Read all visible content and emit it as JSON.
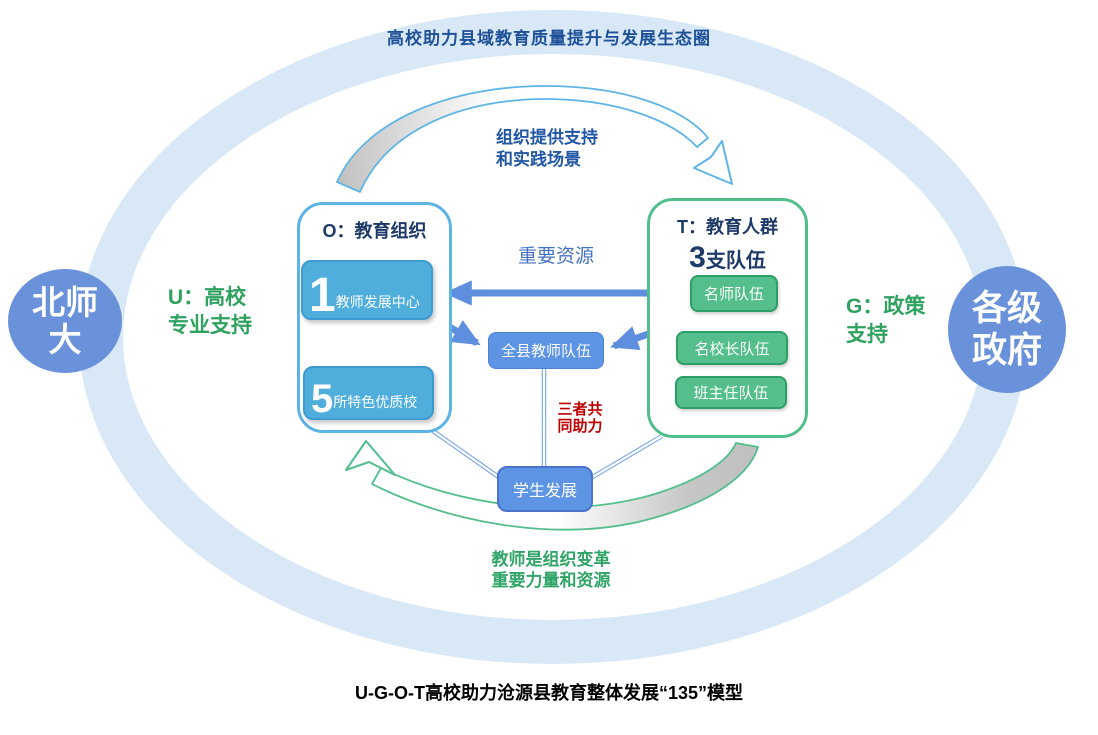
{
  "diagram": {
    "title_top": "高校助力县域教育质量提升与发展生态圈",
    "caption": "U-G-O-T高校助力沧源县教育整体发展“135”模型",
    "left_circle": {
      "line1": "北师",
      "line2": "大"
    },
    "right_circle": {
      "line1": "各级",
      "line2": "政府"
    },
    "u_label": {
      "line1": "U：高校",
      "line2": "专业支持"
    },
    "g_label": {
      "line1": "G：政策",
      "line2": "支持"
    },
    "o_box": {
      "title": "O：教育组织",
      "item1": {
        "num": "1",
        "label": "教师发展中心"
      },
      "item2": {
        "num": "5",
        "label": "所特色优质校"
      }
    },
    "t_box": {
      "title": "T：教育人群",
      "subtitle_num": "3",
      "subtitle_text": "支队伍",
      "teams": [
        "名师队伍",
        "名校长队伍",
        "班主任队伍"
      ]
    },
    "center": {
      "resource_label": "重要资源",
      "teachers_box": "全县教师队伍",
      "joint_label": {
        "line1": "三者共",
        "line2": "同助力"
      },
      "students_box": "学生发展"
    },
    "top_arrow_label": {
      "line1": "组织提供支持",
      "line2": "和实践场景"
    },
    "bottom_arrow_label": {
      "line1": "教师是组织变革",
      "line2": "重要力量和资源"
    },
    "colors": {
      "ring": "#D8E8F6",
      "circle_blue": "#6A92DB",
      "sky_border": "#5CB3E4",
      "green_border": "#52BE8C",
      "green_fill": "#54BF8B",
      "inner_blue": "#4FAEDC",
      "node_blue": "#5E94E4",
      "arrow_blue": "#5E8FDE",
      "green_text": "#2FA25F",
      "navy_text": "#1F5199",
      "red_text": "#C00000",
      "gray_arrow": "#C0C0C0"
    }
  }
}
